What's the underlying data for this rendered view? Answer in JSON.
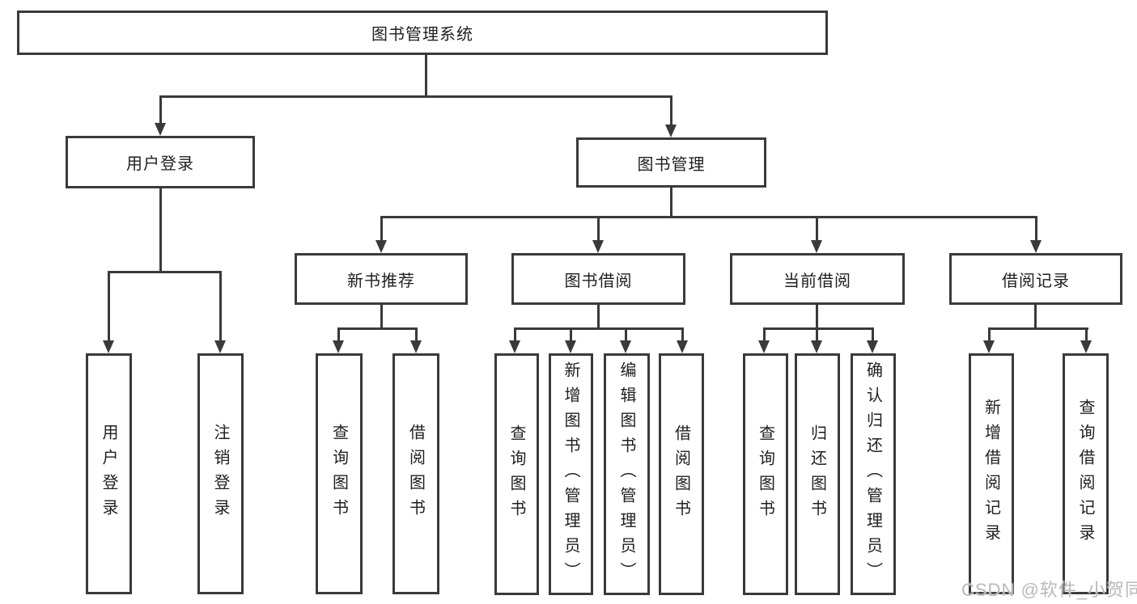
{
  "root_label": "图书管理系统",
  "level2": {
    "user_login": "用户登录",
    "book_mgmt": "图书管理"
  },
  "level3": {
    "new_rec": "新书推荐",
    "borrow": "图书借阅",
    "current": "当前借阅",
    "records": "借阅记录"
  },
  "leaves": {
    "login": "用户登录",
    "logout": "注销登录",
    "rec_query": "查询图书",
    "rec_borrow": "借阅图书",
    "bb_query": "查询图书",
    "bb_add": "新增图书（管理员）",
    "bb_edit": "编辑图书（管理员）",
    "bb_borrow": "借阅图书",
    "cb_query": "查询图书",
    "cb_return": "归还图书",
    "cb_confirm": "确认归还（管理员）",
    "br_add": "新增借阅记录",
    "br_query": "查询借阅记录"
  },
  "watermark": "CSDN @软件_小贺同学",
  "colors": {
    "line": "#3a3a3a",
    "text": "#1f1f1f",
    "watermark": "#b9b9b9"
  }
}
